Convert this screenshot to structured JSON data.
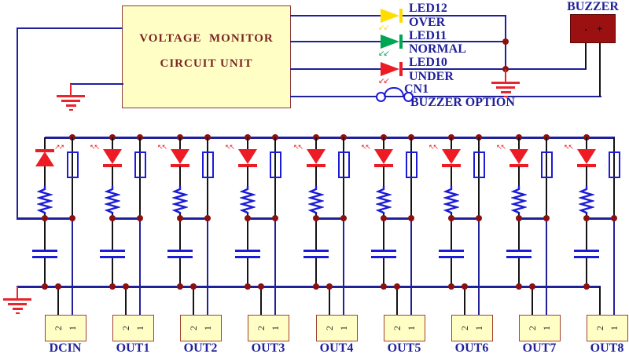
{
  "unit": {
    "line1": "VOLTAGE  MONITOR",
    "line2": "CIRCUIT UNIT"
  },
  "indicators": [
    {
      "ref": "LED12",
      "state": "OVER",
      "color": "#FFDD00"
    },
    {
      "ref": "LED11",
      "state": "NORMAL",
      "color": "#00A651"
    },
    {
      "ref": "LED10",
      "state": "UNDER",
      "color": "#ED1C24"
    }
  ],
  "jumper": {
    "ref": "CN1",
    "label": "BUZZER OPTION"
  },
  "buzzer": {
    "label": "BUZZER",
    "positive_mark": "+",
    "negative_mark": "·"
  },
  "connector_pins": [
    "2",
    "1"
  ],
  "connectors": [
    {
      "label": "DCIN",
      "led": "up"
    },
    {
      "label": "OUT1",
      "led": "down"
    },
    {
      "label": "OUT2",
      "led": "down"
    },
    {
      "label": "OUT3",
      "led": "down"
    },
    {
      "label": "OUT4",
      "led": "down"
    },
    {
      "label": "OUT5",
      "led": "down"
    },
    {
      "label": "OUT6",
      "led": "down"
    },
    {
      "label": "OUT7",
      "led": "down"
    },
    {
      "label": "OUT8",
      "led": "down"
    }
  ],
  "colors": {
    "wire": "#20209B",
    "component": "#1B1BD8",
    "junction": "#8B1111",
    "ground": "#E8242C",
    "panel_fill": "#FFFFC5",
    "panel_border": "#8B3A3A",
    "buzzer_fill": "#9B1111",
    "label_text": "#21219B",
    "unit_text": "#7B2624",
    "channel_led": "#ED1C24"
  }
}
